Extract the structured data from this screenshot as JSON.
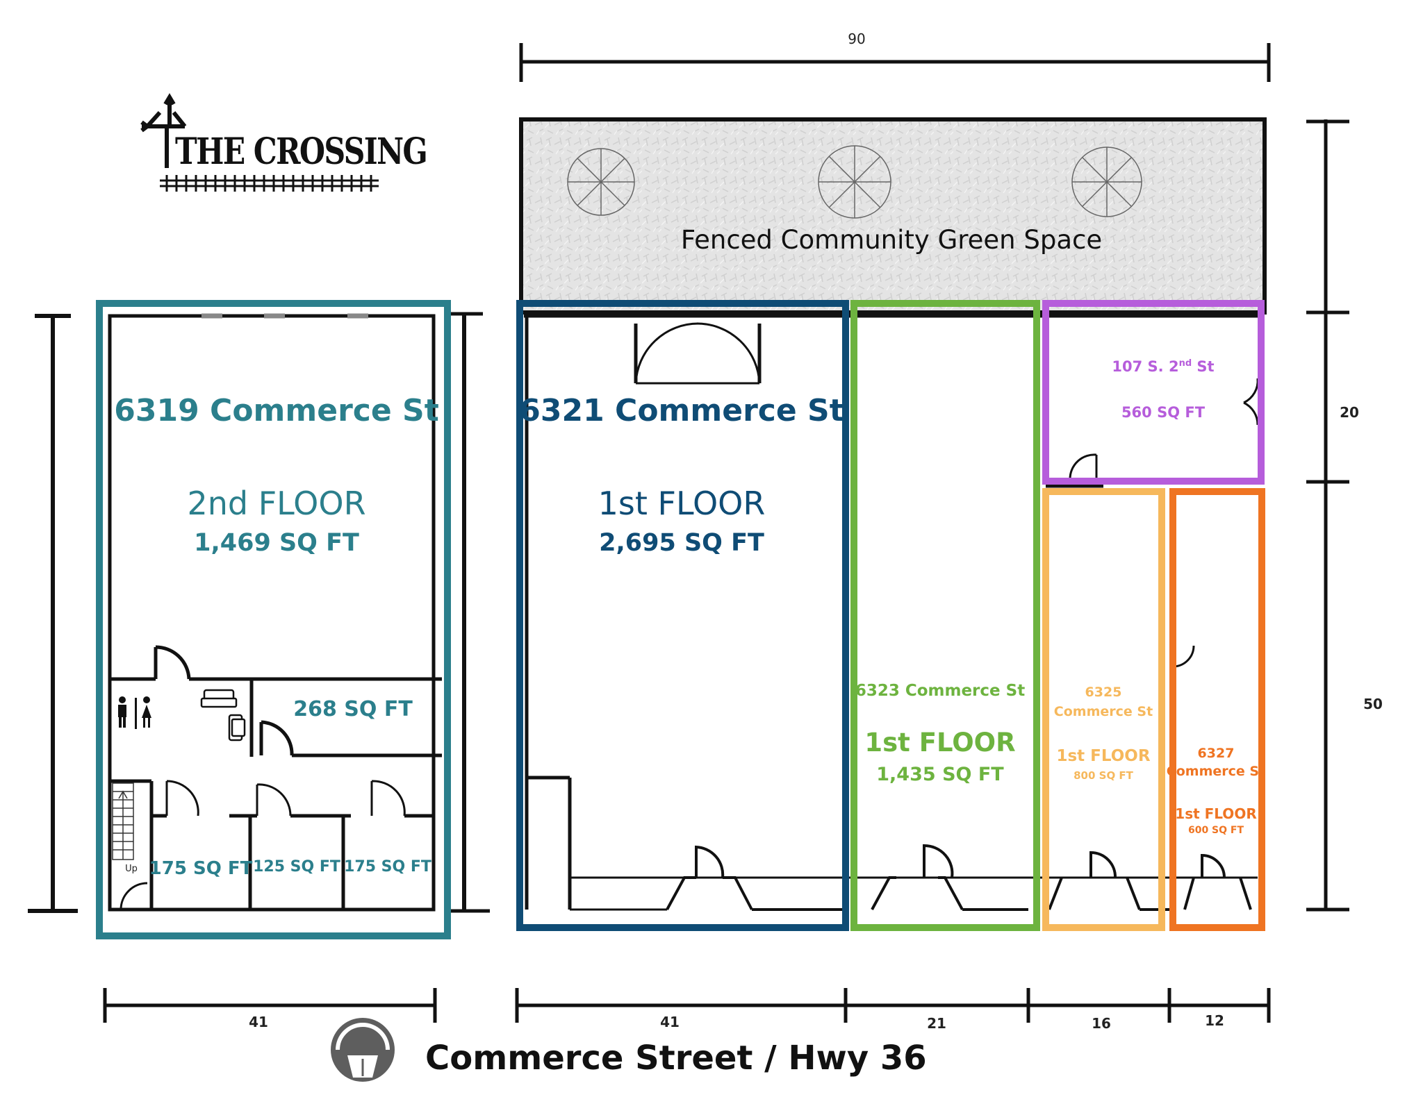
{
  "logo": {
    "text": "THE CROSSING"
  },
  "dimensions": {
    "top_width": "90",
    "right_green": "",
    "right_upper": "20",
    "right_lower": "50",
    "bottom_left": "41",
    "bottom_a": "41",
    "bottom_b": "21",
    "bottom_c": "16",
    "bottom_d": "12"
  },
  "green_space": {
    "label": "Fenced Community Green Space"
  },
  "units": {
    "u6319": {
      "name": "6319 Commerce St",
      "floor": "2nd FLOOR",
      "sqft": "1,469 SQ FT",
      "color": "#2b7f8c"
    },
    "u6321": {
      "name": "6321 Commerce St",
      "floor": "1st FLOOR",
      "sqft": "2,695 SQ FT",
      "color": "#0f4c75"
    },
    "u6323": {
      "name": "6323 Commerce St",
      "floor": "1st FLOOR",
      "sqft": "1,435 SQ FT",
      "color": "#6db33f"
    },
    "u6325": {
      "name1": "6325",
      "name2": "Commerce St",
      "floor": "1st FLOOR",
      "sqft": "800 SQ FT",
      "color": "#f6b85c"
    },
    "u6327": {
      "name1": "6327",
      "name2": "Commerce St",
      "floor": "1st FLOOR",
      "sqft": "600 SQ FT",
      "color": "#ef7422"
    },
    "u107": {
      "name_pre": "107 S. 2",
      "name_sup": "nd",
      "name_post": " St",
      "sqft": "560 SQ FT",
      "color": "#b65ddb"
    }
  },
  "rooms": {
    "r268": "268 SQ FT",
    "r175a": "175 SQ FT",
    "r125": "125 SQ FT",
    "r175b": "175 SQ FT",
    "stairs_up": "Up"
  },
  "street": {
    "label": "Commerce Street / Hwy 36"
  }
}
